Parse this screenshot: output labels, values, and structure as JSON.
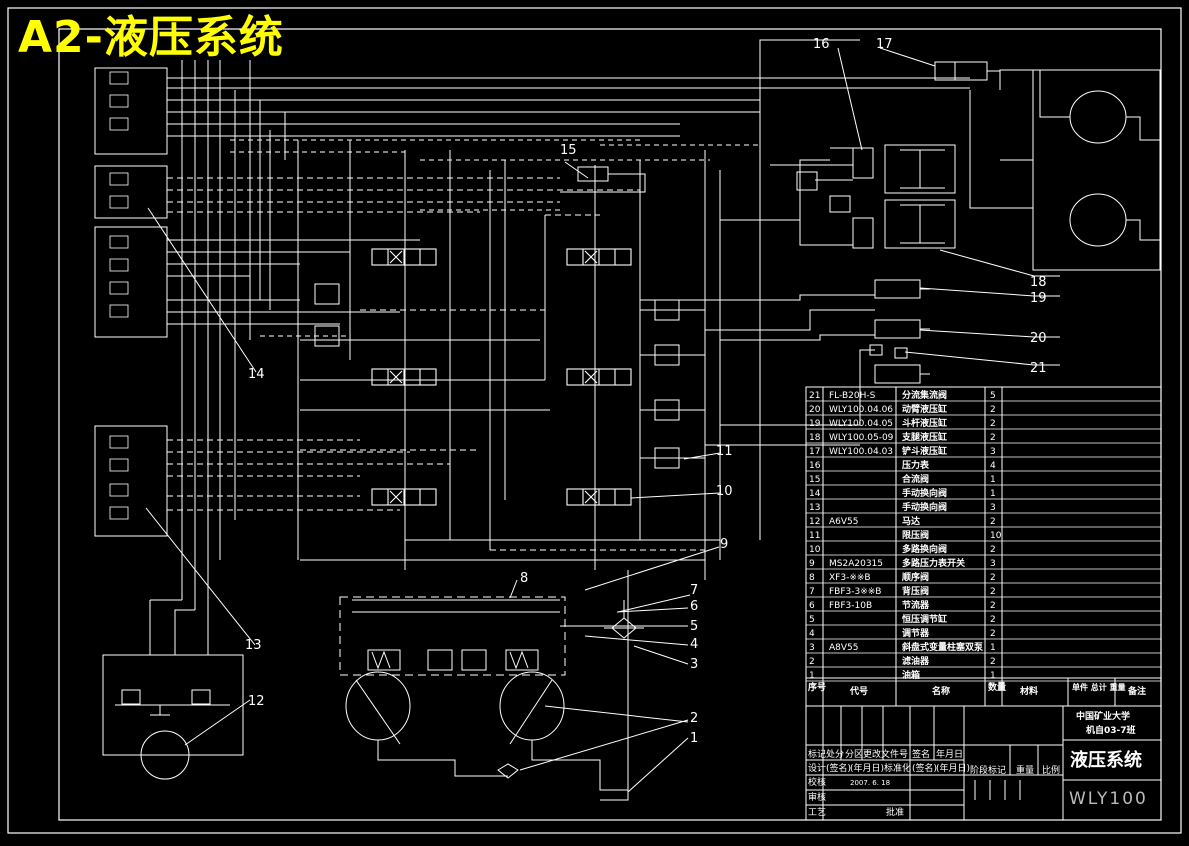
{
  "title": "A2-液压系统",
  "callouts": [
    "1",
    "2",
    "3",
    "4",
    "5",
    "6",
    "7",
    "8",
    "9",
    "10",
    "11",
    "12",
    "13",
    "14",
    "15",
    "16",
    "17",
    "18",
    "19",
    "20",
    "21"
  ],
  "bom": {
    "rows": [
      {
        "no": "21",
        "code": "FL-B20H-S",
        "name": "分流集流阀",
        "qty": "5"
      },
      {
        "no": "20",
        "code": "WLY100.04.06",
        "name": "动臂液压缸",
        "qty": "2"
      },
      {
        "no": "19",
        "code": "WLY100.04.05",
        "name": "斗杆液压缸",
        "qty": "2"
      },
      {
        "no": "18",
        "code": "WLY100.05-09",
        "name": "支腿液压缸",
        "qty": "2"
      },
      {
        "no": "17",
        "code": "WLY100.04.03",
        "name": "铲斗液压缸",
        "qty": "3"
      },
      {
        "no": "16",
        "code": "",
        "name": "压力表",
        "qty": "4"
      },
      {
        "no": "15",
        "code": "",
        "name": "合流阀",
        "qty": "1"
      },
      {
        "no": "14",
        "code": "",
        "name": "手动换向阀",
        "qty": "1"
      },
      {
        "no": "13",
        "code": "",
        "name": "手动换向阀",
        "qty": "3"
      },
      {
        "no": "12",
        "code": "A6V55",
        "name": "马达",
        "qty": "2"
      },
      {
        "no": "11",
        "code": "",
        "name": "限压阀",
        "qty": "10"
      },
      {
        "no": "10",
        "code": "",
        "name": "多路换向阀",
        "qty": "2"
      },
      {
        "no": "9",
        "code": "MS2A20315",
        "name": "多路压力表开关",
        "qty": "3"
      },
      {
        "no": "8",
        "code": "XF3-※※B",
        "name": "顺序阀",
        "qty": "2"
      },
      {
        "no": "7",
        "code": "FBF3-3※※B",
        "name": "背压阀",
        "qty": "2"
      },
      {
        "no": "6",
        "code": "FBF3-10B",
        "name": "节流器",
        "qty": "2"
      },
      {
        "no": "5",
        "code": "",
        "name": "恒压调节缸",
        "qty": "2"
      },
      {
        "no": "4",
        "code": "",
        "name": "调节器",
        "qty": "2"
      },
      {
        "no": "3",
        "code": "A8V55",
        "name": "斜盘式变量柱塞双泵",
        "qty": "1"
      },
      {
        "no": "2",
        "code": "",
        "name": "滤油器",
        "qty": "2"
      },
      {
        "no": "1",
        "code": "",
        "name": "油箱",
        "qty": "1"
      }
    ],
    "header": {
      "no": "序号",
      "code": "代号",
      "name": "名称",
      "qty": "数量",
      "material": "材料",
      "unit_total_weight": "单件 总计 重量",
      "remark": "备注"
    }
  },
  "title_block": {
    "school": "中国矿业大学",
    "class": "机自03-7班",
    "drawing_name": "液压系统",
    "drawing_no": "WLY100",
    "rev_labels": [
      "标记",
      "处分",
      "分区",
      "更改文件号",
      "签名",
      "年月日"
    ],
    "rows": [
      "设计",
      "(签名)",
      "(年月日)",
      "标准化",
      "(签名)",
      "(年月日)"
    ],
    "check": "校核",
    "date": "2007. 6. 18",
    "review": "审核",
    "process": "工艺",
    "approve": "批准",
    "stage_label": "阶段标记",
    "weight_label": "重量",
    "scale_label": "比例"
  }
}
